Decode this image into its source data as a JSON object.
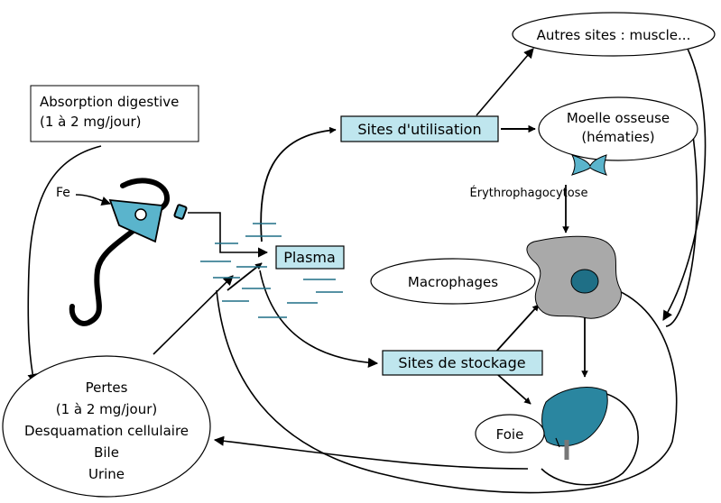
{
  "nodes": {
    "absorption": {
      "line1": "Absorption digestive",
      "line2": "(1 à 2 mg/jour)"
    },
    "fe": "Fe",
    "utilisation": "Sites d'utilisation",
    "autres": "Autres sites : muscle...",
    "moelle": {
      "line1": "Moelle osseuse",
      "line2": "(hématies)"
    },
    "erythro": "Érythrophagocytose",
    "plasma": "Plasma",
    "macrophages": "Macrophages",
    "stockage": "Sites de stockage",
    "foie": "Foie",
    "pertes": {
      "line1": "Pertes",
      "line2": "(1 à 2 mg/jour)",
      "line3": "Desquamation cellulaire",
      "line4": "Bile",
      "line5": "Urine"
    }
  },
  "colors": {
    "box_fill": "#bfe6ee",
    "cell_fill": "#5ab4cc",
    "dark_teal": "#1f6f86",
    "macrophage_fill": "#a9a9a9",
    "stroke": "#000000"
  }
}
